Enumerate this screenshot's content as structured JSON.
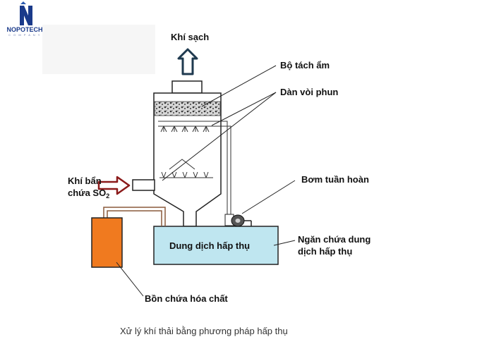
{
  "logo": {
    "name": "NOPOTECH",
    "tagline": "C O M P A N Y",
    "color": "#1a3a8a"
  },
  "labels": {
    "clean_gas": "Khí sạch",
    "mist_eliminator": "Bộ tách ẩm",
    "spray_nozzles": "Dàn vòi phun",
    "dirty_gas_line1": "Khí bẩn",
    "dirty_gas_line2": "chứa SO",
    "dirty_gas_sub": "2",
    "circulation_pump": "Bơm tuần hoàn",
    "tank_compartment_line1": "Ngăn chứa dung",
    "tank_compartment_line2": "dịch hấp thụ",
    "absorbent_solution": "Dung dịch hấp thụ",
    "chemical_tank": "Bồn chứa hóa chất"
  },
  "caption": "Xử lý khí thải bằng phương pháp hấp thụ",
  "colors": {
    "clean_arrow": "#1f3a4f",
    "dirty_arrow": "#8b1a1a",
    "tank_fill": "#bfe6f0",
    "chemical_tank_fill": "#f07a1f",
    "pipe": "#8a5a3c"
  }
}
